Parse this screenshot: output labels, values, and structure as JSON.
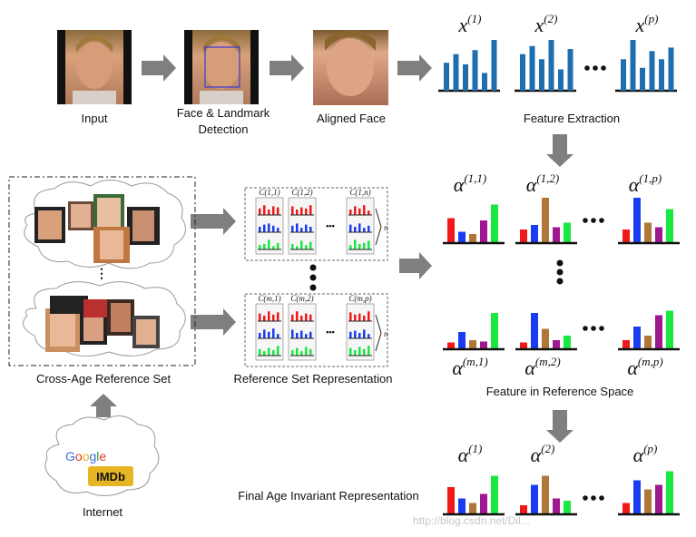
{
  "labels": {
    "input": "Input",
    "detection_line1": "Face & Landmark",
    "detection_line2": "Detection",
    "aligned": "Aligned Face",
    "feature_extraction": "Feature Extraction",
    "reference_set": "Cross-Age Reference Set",
    "reference_repr": "Reference Set Representation",
    "feature_ref_space": "Feature in Reference Space",
    "final_repr": "Final Age Invariant Representation",
    "internet": "Internet",
    "google": "Google",
    "imdb": "IMDb",
    "watermark": "http://blog.csdn.net/Dil..."
  },
  "math": {
    "x_sym": "x",
    "x_sups": [
      "(1)",
      "(2)",
      "(p)"
    ],
    "a_sym": "α",
    "a_top_sups": [
      "(1,1)",
      "(1,2)",
      "(1,p)"
    ],
    "a_bot_sups": [
      "(m,1)",
      "(m,2)",
      "(m,p)"
    ],
    "a_final_sups": [
      "(1)",
      "(2)",
      "(p)"
    ],
    "c_top": [
      "C(1,1)",
      "C(1,2)",
      "C(1,n)"
    ],
    "c_bot": [
      "C(m,1)",
      "C(m,2)",
      "C(m,p)"
    ],
    "n_label": "n",
    "ellipsis": "•••"
  },
  "colors": {
    "feature_bar": "#1f6fb0",
    "arrow": "#7f7f7f",
    "bar_palette": [
      "#f01818",
      "#1a3cf0",
      "#b07838",
      "#a01890",
      "#18e840"
    ],
    "google_letters": [
      "#3b6fd8",
      "#d83b2b",
      "#e8b51a",
      "#3b6fd8",
      "#2aa43b",
      "#d83b2b"
    ],
    "imdb_bg": "#e6b523"
  },
  "feature_vectors": [
    [
      0.55,
      0.72,
      0.52,
      0.8,
      0.35,
      1.0
    ],
    [
      0.72,
      0.88,
      0.62,
      1.0,
      0.42,
      0.82
    ],
    [
      0.62,
      1.0,
      0.45,
      0.78,
      0.62,
      0.85
    ]
  ],
  "ref_coeffs_top": [
    [
      0.55,
      0.25,
      0.2,
      0.5,
      0.85
    ],
    [
      0.3,
      0.4,
      1.0,
      0.35,
      0.45
    ],
    [
      0.3,
      1.0,
      0.45,
      0.35,
      0.75
    ]
  ],
  "ref_coeffs_bottom": [
    [
      0.15,
      0.38,
      0.2,
      0.17,
      0.8
    ],
    [
      0.15,
      0.8,
      0.45,
      0.2,
      0.3
    ],
    [
      0.2,
      0.5,
      0.3,
      0.75,
      0.85
    ]
  ],
  "final_coeffs": [
    [
      0.6,
      0.35,
      0.25,
      0.45,
      0.85
    ],
    [
      0.2,
      0.65,
      0.85,
      0.35,
      0.3
    ],
    [
      0.25,
      0.75,
      0.55,
      0.65,
      0.95
    ]
  ],
  "mini_top": [
    [
      [
        0.6,
        0.9,
        0.5,
        0.8,
        0.7
      ],
      [
        0.5,
        0.7,
        0.8,
        0.6,
        0.4
      ],
      [
        0.4,
        0.5,
        0.9,
        0.3,
        0.6
      ]
    ],
    [
      [
        0.8,
        0.5,
        0.7,
        0.6,
        0.9
      ],
      [
        0.6,
        0.8,
        0.4,
        0.7,
        0.5
      ],
      [
        0.5,
        0.3,
        0.8,
        0.4,
        0.7
      ]
    ],
    [
      [
        0.5,
        0.8,
        0.6,
        0.9,
        0.4
      ],
      [
        0.7,
        0.5,
        0.8,
        0.4,
        0.6
      ],
      [
        0.4,
        0.9,
        0.5,
        0.6,
        0.8
      ]
    ]
  ],
  "mini_bottom": [
    [
      [
        0.7,
        0.5,
        0.9,
        0.6,
        0.8
      ],
      [
        0.5,
        0.8,
        0.6,
        0.9,
        0.4
      ],
      [
        0.6,
        0.4,
        0.7,
        0.5,
        0.9
      ]
    ],
    [
      [
        0.6,
        0.9,
        0.5,
        0.7,
        0.6
      ],
      [
        0.8,
        0.5,
        0.7,
        0.4,
        0.6
      ],
      [
        0.5,
        0.7,
        0.4,
        0.8,
        0.6
      ]
    ],
    [
      [
        0.8,
        0.6,
        0.7,
        0.5,
        0.9
      ],
      [
        0.6,
        0.7,
        0.5,
        0.8,
        0.4
      ],
      [
        0.7,
        0.5,
        0.8,
        0.6,
        0.9
      ]
    ]
  ]
}
